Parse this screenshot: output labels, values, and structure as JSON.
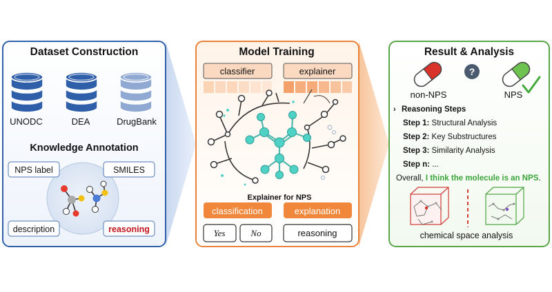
{
  "panels": {
    "dataset": {
      "title": "Dataset Construction",
      "databases": [
        {
          "label": "UNODC",
          "color": "#2f5fa8"
        },
        {
          "label": "DEA",
          "color": "#2f5fa8"
        },
        {
          "label": "DrugBank",
          "color": "#8fa9d2"
        }
      ],
      "annotation_title": "Knowledge Annotation",
      "tags": {
        "nps_label": "NPS label",
        "smiles": "SMILES",
        "description": "description",
        "reasoning": "reasoning"
      }
    },
    "training": {
      "title": "Model Training",
      "classifier": "classifier",
      "explainer": "explainer",
      "caption": "Explainer for NPS",
      "classification": "classification",
      "explanation": "explanation",
      "yes": "Yes",
      "no": "No",
      "reasoning": "reasoning"
    },
    "result": {
      "title": "Result & Analysis",
      "question": "?",
      "non_nps": "non-NPS",
      "nps": "NPS",
      "reasoning_header": "Reasoning Steps",
      "steps": [
        {
          "label": "Step 1:",
          "text": "Structural Analysis"
        },
        {
          "label": "Step 2:",
          "text": "Key Substructures"
        },
        {
          "label": "Step 3:",
          "text": "Similarity Analysis"
        },
        {
          "label": "Step n:",
          "text": "..."
        }
      ],
      "overall_prefix": "Overall, ",
      "overall_highlight": "I think the molecule is an NPS",
      "overall_suffix": ".",
      "chemical_space": "chemical space analysis"
    }
  },
  "colors": {
    "blue_border": "#2f5fa8",
    "orange_border": "#e8823a",
    "green_border": "#5aa54a",
    "orange_fill": "#f0873a",
    "red_text": "#c0141c",
    "green_text": "#3aa33a",
    "teal_atom": "#4fd1c5"
  }
}
